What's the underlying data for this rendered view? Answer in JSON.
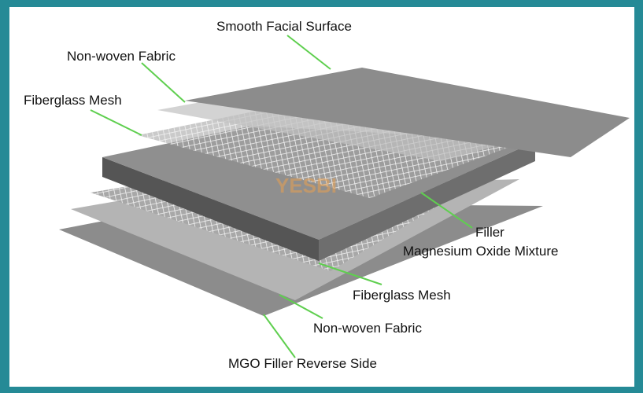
{
  "labels": {
    "smooth_facial_surface": "Smooth Facial Surface",
    "non_woven_top": "Non-woven Fabric",
    "fiberglass_top": "Fiberglass Mesh",
    "filler": "Filler",
    "filler_sub": "Magnesium Oxide Mixture",
    "fiberglass_bottom": "Fiberglass Mesh",
    "non_woven_bottom": "Non-woven Fabric",
    "reverse_side": "MGO Filler Reverse Side"
  },
  "watermark": "YESBI",
  "colors": {
    "border": "#258a96",
    "leader_line": "#5fcf4f",
    "sheet": "#8c8c8c",
    "slab_top": "#8f8f8f",
    "slab_front": "#555555",
    "mesh": "#f2f2f2"
  }
}
